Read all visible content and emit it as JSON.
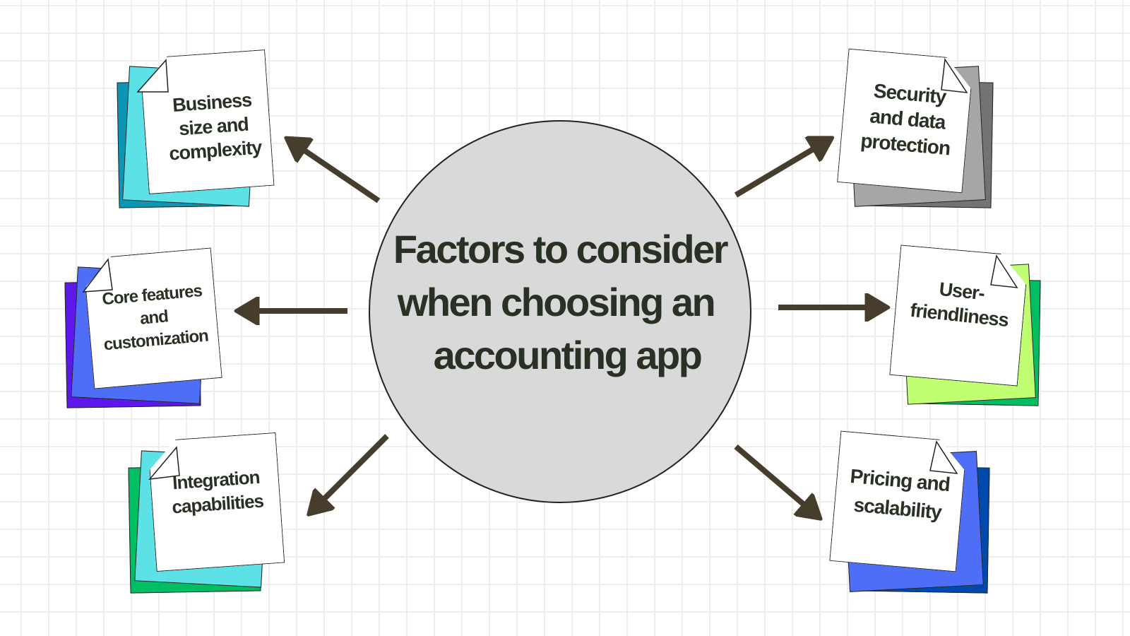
{
  "title": {
    "lines": [
      "Factors to consider",
      "when choosing an",
      "accounting app"
    ]
  },
  "colors": {
    "arrow": "#463d2c",
    "circle_fill": "#d9d9d9",
    "text": "#283123",
    "grid": "#eeeeee"
  },
  "factors": [
    {
      "id": "business-size",
      "lines": [
        "Business",
        "size and",
        "complexity"
      ],
      "position": "top-left",
      "stack_colors": [
        "#0d96b3",
        "#5ce1e6"
      ]
    },
    {
      "id": "core-features",
      "lines": [
        "Core features",
        "and",
        "customization"
      ],
      "position": "middle-left",
      "stack_colors": [
        "#5e17eb",
        "#4f6ef7"
      ]
    },
    {
      "id": "integration",
      "lines": [
        "Integration",
        "capabilities"
      ],
      "position": "bottom-left",
      "stack_colors": [
        "#00bf63",
        "#5ce1e6"
      ]
    },
    {
      "id": "security",
      "lines": [
        "Security",
        "and data",
        "protection"
      ],
      "position": "top-right",
      "stack_colors": [
        "#737373",
        "#a6a6a6"
      ]
    },
    {
      "id": "user-friendliness",
      "lines": [
        "User-",
        "friendliness"
      ],
      "position": "middle-right",
      "stack_colors": [
        "#00bf63",
        "#c1ff72"
      ]
    },
    {
      "id": "pricing",
      "lines": [
        "Pricing and",
        "scalability"
      ],
      "position": "bottom-right",
      "stack_colors": [
        "#004aad",
        "#4f6ef7"
      ]
    }
  ]
}
